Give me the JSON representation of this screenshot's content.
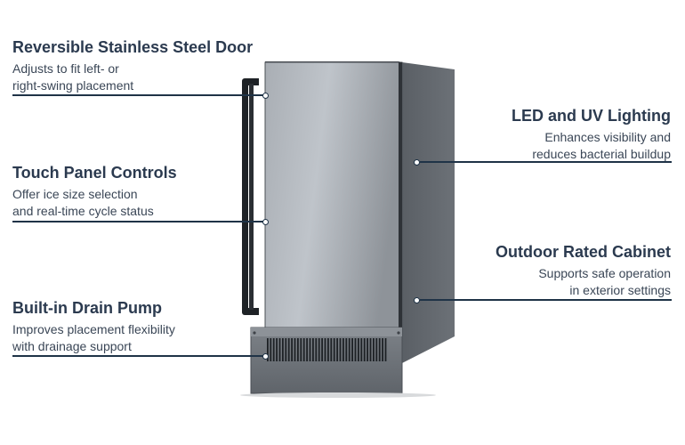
{
  "features": {
    "door": {
      "title": "Reversible Stainless Steel Door",
      "desc": [
        "Adjusts to fit left- or",
        "right-swing placement"
      ]
    },
    "controls": {
      "title": "Touch Panel Controls",
      "desc": [
        "Offer ice size selection",
        "and real-time cycle status"
      ]
    },
    "pump": {
      "title": "Built-in Drain Pump",
      "desc": [
        "Improves placement flexibility",
        "with drainage support"
      ]
    },
    "lighting": {
      "title": "LED and UV Lighting",
      "desc": [
        "Enhances visibility and",
        "reduces bacterial buildup"
      ]
    },
    "cabinet": {
      "title": "Outdoor Rated Cabinet",
      "desc": [
        "Supports safe operation",
        "in exterior settings"
      ]
    }
  },
  "colors": {
    "title_text": "#2b3a4f",
    "leader_line": "#1f3347",
    "steel_light": "#b9bec4",
    "steel_dark": "#5d6268"
  },
  "icons": {
    "product": "ice-maker-appliance-image"
  }
}
